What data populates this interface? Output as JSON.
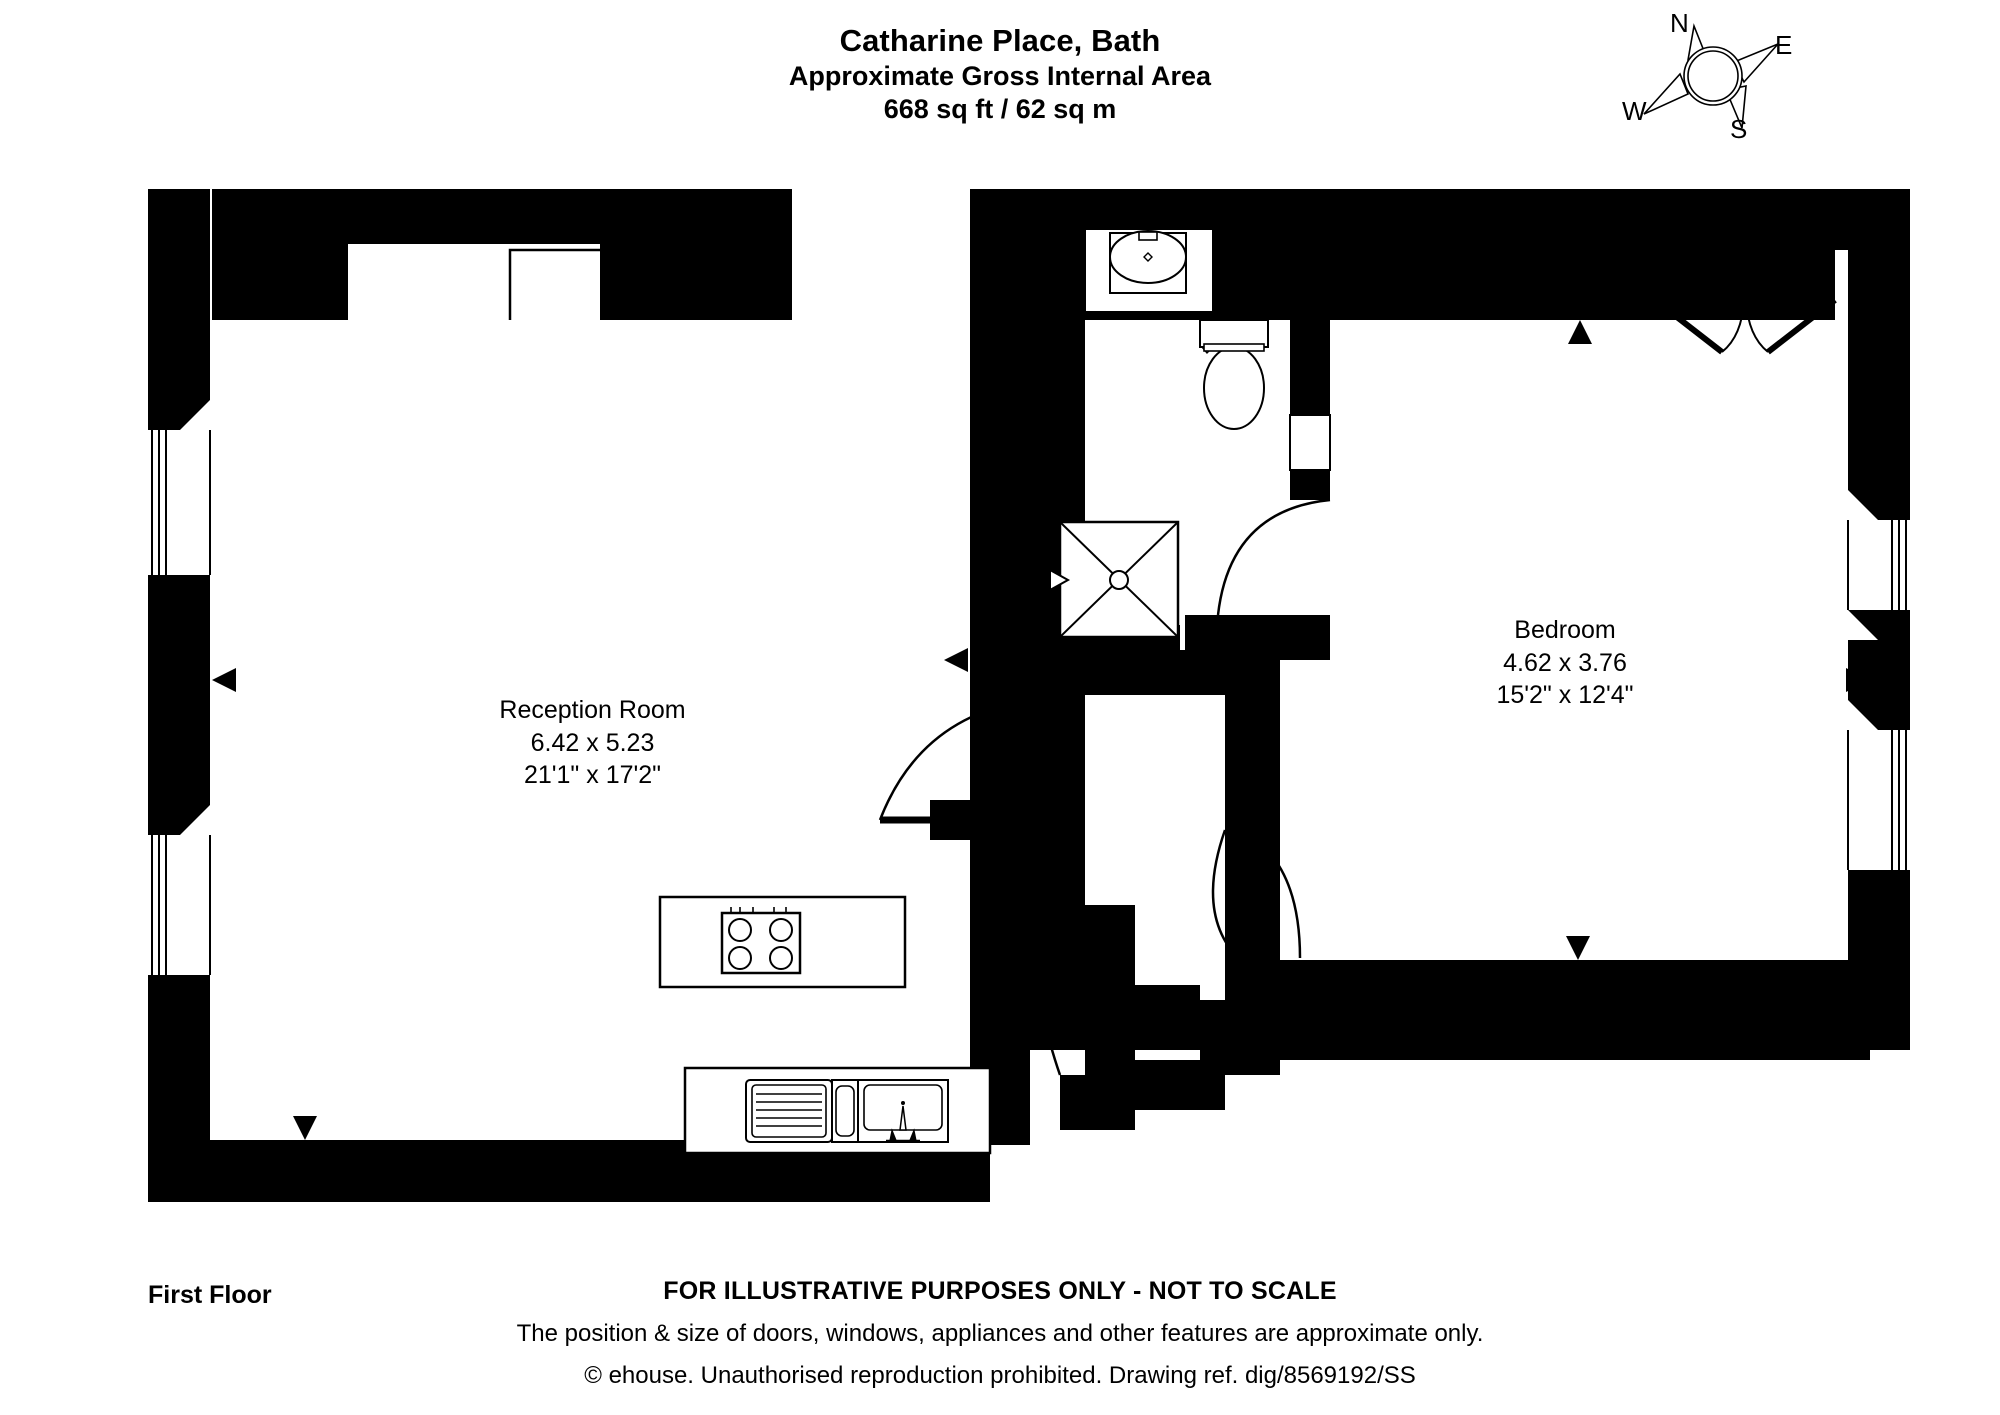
{
  "document": {
    "title": "Catharine Place, Bath",
    "subtitle": "Approximate Gross Internal Area",
    "area": "668 sq ft / 62 sq m",
    "floor_label": "First Floor"
  },
  "compass": {
    "north": "N",
    "east": "E",
    "south": "S",
    "west": "W"
  },
  "rooms": [
    {
      "id": "reception-room",
      "name": "Reception Room",
      "metric": "6.42 x 5.23",
      "imperial": "21'1\" x 17'2\""
    },
    {
      "id": "bedroom",
      "name": "Bedroom",
      "metric": "4.62 x 3.76",
      "imperial": "15'2\" x 12'4\""
    }
  ],
  "fixtures": [
    {
      "id": "hob",
      "name": "four-burner-hob"
    },
    {
      "id": "kitchen-island",
      "name": "kitchen-island-counter"
    },
    {
      "id": "sink-unit",
      "name": "kitchen-sink-with-drainer"
    },
    {
      "id": "wash-basin",
      "name": "wash-basin"
    },
    {
      "id": "wc",
      "name": "toilet-wc"
    },
    {
      "id": "shower",
      "name": "shower-enclosure"
    }
  ],
  "footer": {
    "disclaimer_title": "FOR ILLUSTRATIVE PURPOSES ONLY - NOT TO SCALE",
    "disclaimer_body": "The position & size of doors, windows, appliances and other features are approximate only.",
    "copyright": "© ehouse. Unauthorised reproduction prohibited. Drawing ref. dig/8569192/SS"
  },
  "colors": {
    "wall": "#000000",
    "floor": "#ffffff",
    "line": "#000000",
    "background": "#ffffff"
  }
}
